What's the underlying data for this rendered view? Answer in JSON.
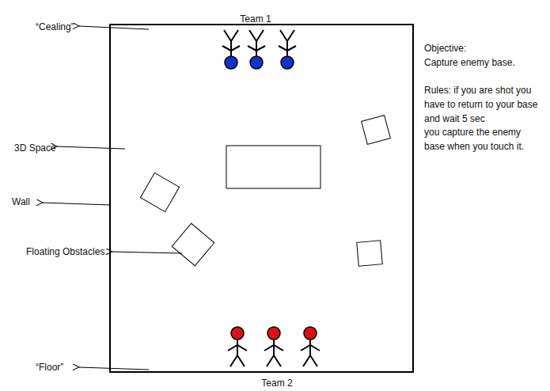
{
  "diagram": {
    "labels": [
      "Team 1",
      "“Cealing”",
      "3D Space",
      "Wall",
      "Floating Obstacles",
      "“Floor”",
      "Team 2",
      "Objective:",
      "Capture enemy base.",
      "Rules: if you are shot you have to return to your base and wait 5 sec",
      "you capture the enemy base when you touch it."
    ]
  }
}
